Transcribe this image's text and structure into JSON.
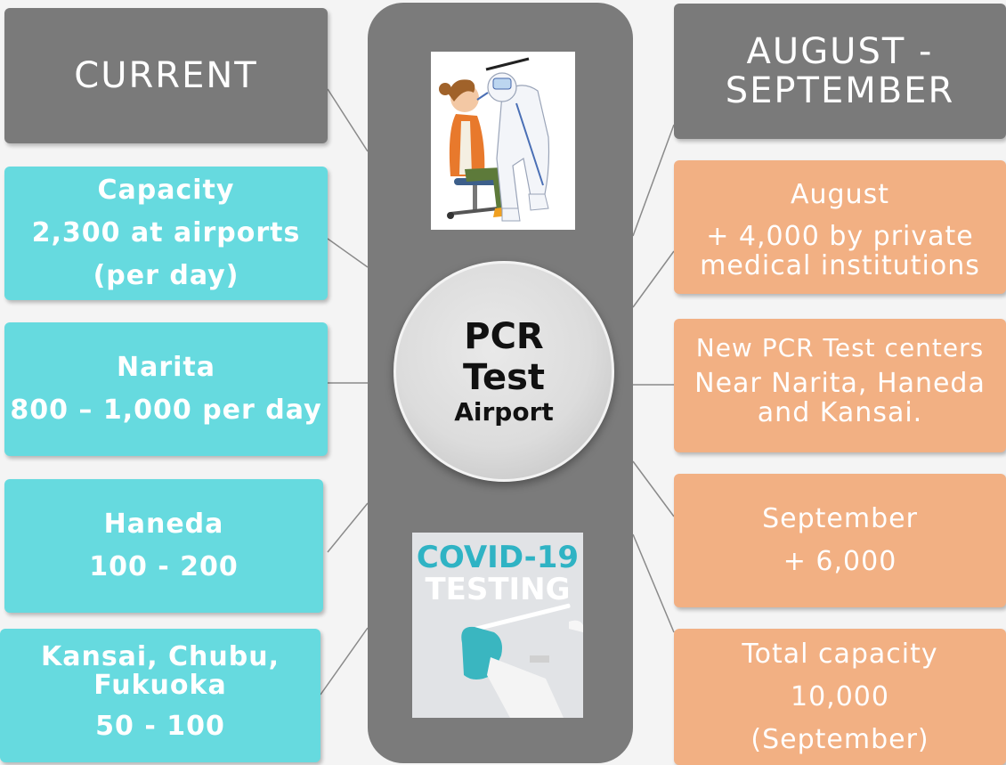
{
  "center": {
    "line1": "PCR",
    "line2": "Test",
    "line3": "Airport"
  },
  "left": {
    "header": "CURRENT",
    "boxes": [
      {
        "lines": [
          "Capacity",
          "2,300 at airports",
          "(per day)"
        ]
      },
      {
        "lines": [
          "Narita",
          "800 – 1,000 per day"
        ]
      },
      {
        "lines": [
          "Haneda",
          "100 - 200"
        ]
      },
      {
        "lines": [
          "Kansai, Chubu,",
          "Fukuoka",
          "50 - 100"
        ]
      }
    ]
  },
  "right": {
    "header_line1": "AUGUST -",
    "header_line2": "SEPTEMBER",
    "boxes": [
      {
        "lines": [
          "August",
          "+ 4,000 by private",
          "medical institutions"
        ]
      },
      {
        "lines": [
          "New PCR Test centers",
          "Near Narita, Haneda",
          "and Kansai."
        ]
      },
      {
        "lines": [
          "September",
          "+ 6,000"
        ]
      },
      {
        "lines": [
          "Total capacity",
          "10,000",
          "(September)"
        ]
      }
    ]
  },
  "images": {
    "covid_line1": "COVID-19",
    "covid_line2": "TESTING"
  },
  "colors": {
    "gray": "#7a7a7a",
    "cyan": "#66dadf",
    "peach": "#f2b083",
    "covid_text_1": "#2fb3c4",
    "covid_text_2": "#ffffff"
  }
}
